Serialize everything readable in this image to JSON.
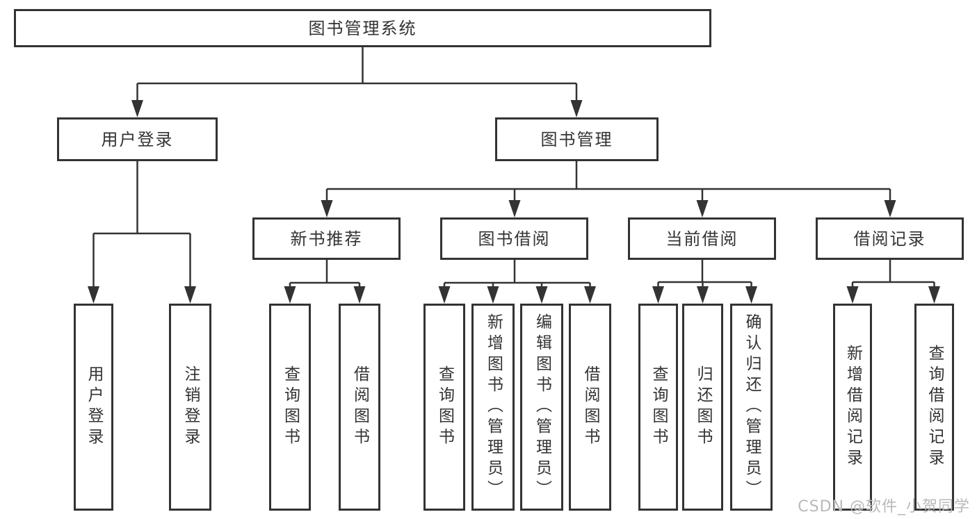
{
  "diagram": {
    "root": {
      "label": "图书管理系统"
    },
    "branches": [
      {
        "label": "用户登录",
        "children": [
          {
            "label": "用户登录"
          },
          {
            "label": "注销登录"
          }
        ]
      },
      {
        "label": "图书管理",
        "children": [
          {
            "label": "新书推荐",
            "children": [
              {
                "label": "查询图书"
              },
              {
                "label": "借阅图书"
              }
            ]
          },
          {
            "label": "图书借阅",
            "children": [
              {
                "label": "查询图书"
              },
              {
                "label": "新增图书（管理员）"
              },
              {
                "label": "编辑图书（管理员）"
              },
              {
                "label": "借阅图书"
              }
            ]
          },
          {
            "label": "当前借阅",
            "children": [
              {
                "label": "查询图书"
              },
              {
                "label": "归还图书"
              },
              {
                "label": "确认归还（管理员）"
              }
            ]
          },
          {
            "label": "借阅记录",
            "children": [
              {
                "label": "新增借阅记录"
              },
              {
                "label": "查询借阅记录"
              }
            ]
          }
        ]
      }
    ],
    "watermark": "CSDN @软件_小贺同学"
  },
  "colors": {
    "line": "#333333",
    "text": "#333333",
    "background": "#ffffff",
    "watermark": "#b9b9b9"
  }
}
